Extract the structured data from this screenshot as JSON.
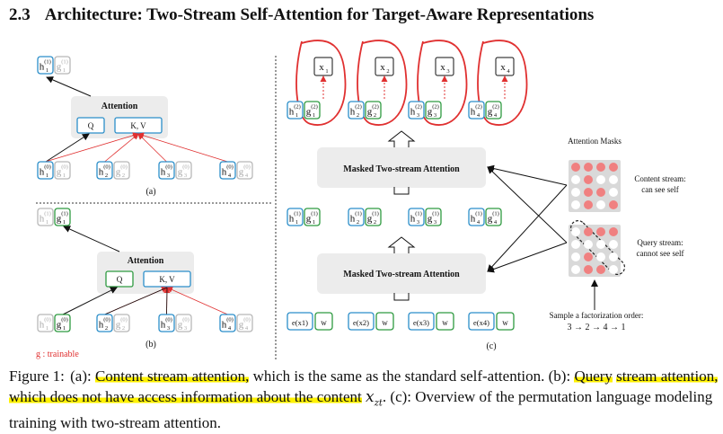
{
  "section": {
    "number": "2.3",
    "title": "Architecture: Two-Stream Self-Attention for Target-Aware Representations"
  },
  "figure": {
    "panel_a": {
      "label": "(a)",
      "attention_title": "Attention",
      "q_label": "Q",
      "kv_label": "K, V"
    },
    "panel_b": {
      "label": "(b)",
      "attention_title": "Attention",
      "q_label": "Q",
      "kv_label": "K, V",
      "legend": "g : trainable"
    },
    "panel_c": {
      "label": "(c)",
      "block_label": "Masked Two-stream Attention",
      "targets": [
        "x1",
        "x2",
        "x3",
        "x4"
      ],
      "inputs_e": [
        "e(x1)",
        "e(x2)",
        "e(x3)",
        "e(x4)"
      ],
      "input_w": "w",
      "attention_masks_title": "Attention Masks",
      "content_stream_line1": "Content stream:",
      "content_stream_line2": "can see self",
      "query_stream_line1": "Query stream:",
      "query_stream_line2": "cannot see self",
      "factorization_line1": "Sample a factorization order:",
      "factorization_line2": "3 → 2 → 4 → 1"
    },
    "colors": {
      "h_border": "#2b8ec9",
      "g_border": "#2e9a40",
      "faded": "#b8b8b8",
      "red": "#e03030",
      "mask_red": "#f08080",
      "mask_bg": "#d9d9d9",
      "block_bg": "#ececec",
      "highlight": "#fff200"
    }
  },
  "caption": {
    "label": "Figure 1:",
    "part_a_label": "(a):",
    "part_a_highlight": "Content stream attention,",
    "part_a_rest": "which is the same as the standard self-attention.",
    "part_b_label": "(b):",
    "part_b_highlight_1": "Query",
    "part_b_highlight_2": "stream attention, which does not have access information about the content",
    "part_b_math_base": "x",
    "part_b_math_sub": "zt",
    "part_c": ". (c): Overview of the",
    "part_c_line3": "permutation language modeling training with two-stream attention."
  }
}
